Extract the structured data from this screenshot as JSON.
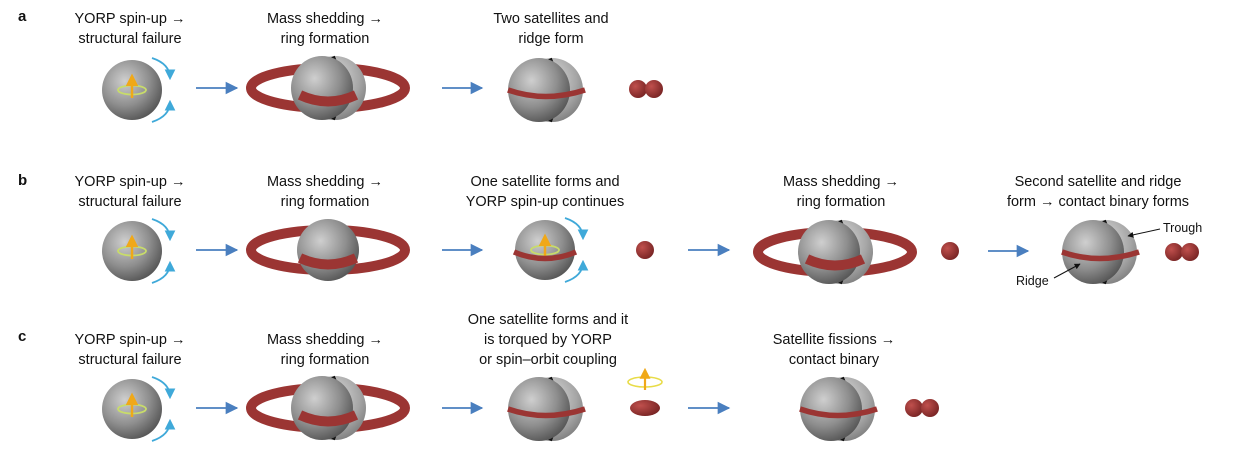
{
  "panels": {
    "a": {
      "label": "a",
      "captions": [
        [
          "YORP spin-up →",
          "structural failure"
        ],
        [
          "Mass shedding →",
          "ring formation"
        ],
        [
          "Two satellites and",
          "ridge form"
        ]
      ]
    },
    "b": {
      "label": "b",
      "captions": [
        [
          "YORP spin-up →",
          "structural failure"
        ],
        [
          "Mass shedding →",
          "ring formation"
        ],
        [
          "One satellite forms and",
          "YORP spin-up continues"
        ],
        [
          "Mass shedding →",
          "ring formation"
        ],
        [
          "Second satellite and ridge",
          "form → contact binary forms"
        ]
      ],
      "annotations": {
        "trough": "Trough",
        "ridge": "Ridge"
      }
    },
    "c": {
      "label": "c",
      "captions": [
        [
          "YORP spin-up →",
          "structural failure"
        ],
        [
          "Mass shedding →",
          "ring formation"
        ],
        [
          "One satellite forms and it",
          "is torqued by YORP",
          "or spin–orbit coupling"
        ],
        [
          "Satellite fissions →",
          "contact binary"
        ]
      ]
    }
  },
  "colors": {
    "ring": "#9b3533",
    "satellite": "#8e2a2a",
    "arrow": "#4a7fbf",
    "spin_arrow": "#3fa9d9",
    "axis_arrow": "#f0a818",
    "spin_circle": "#c8dc6a",
    "body_light": "#c4c4c4",
    "body_dark": "#505050"
  },
  "icons": {
    "spin_axis": "up-arrow-icon",
    "rotation": "curved-arrow-icon",
    "flow": "right-arrow-icon"
  }
}
